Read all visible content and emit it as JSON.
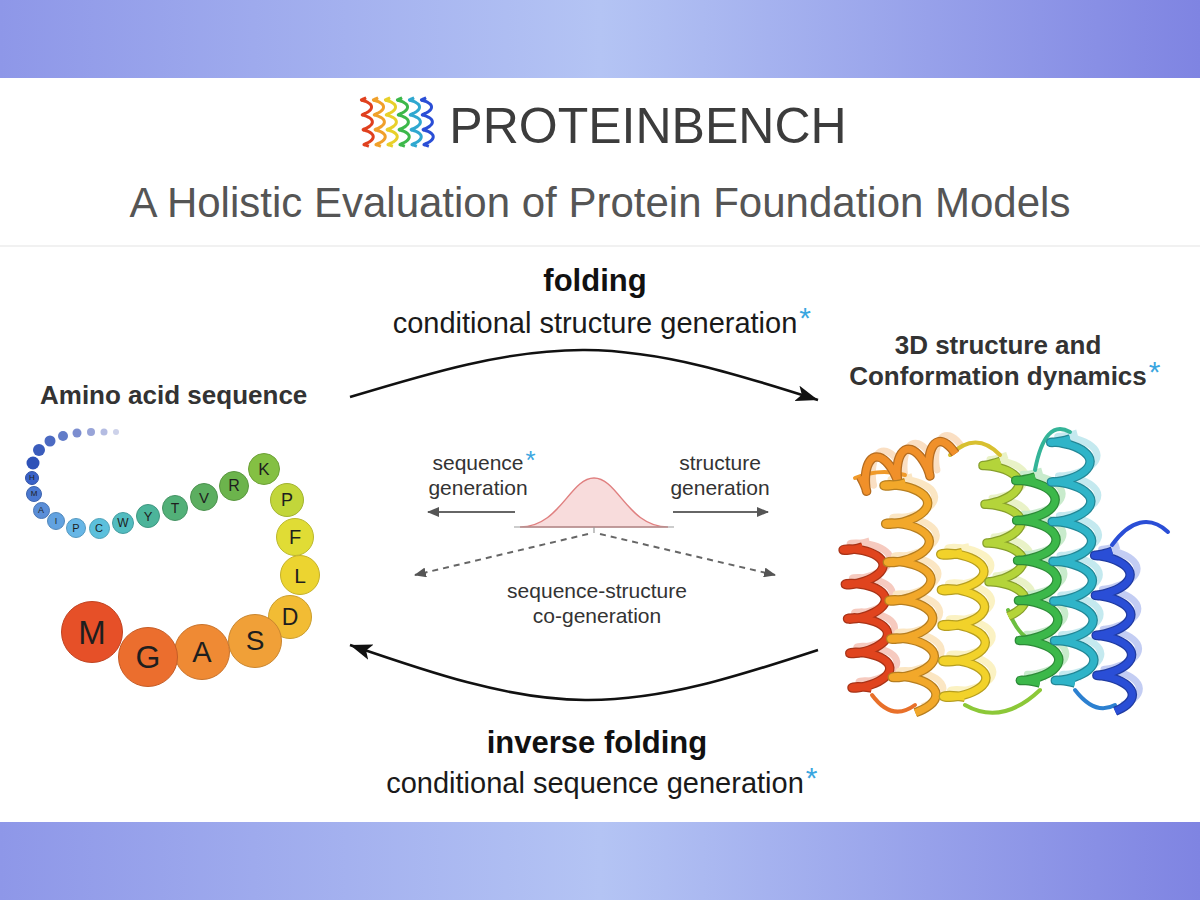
{
  "diagram": {
    "title": "PROTEINBENCH",
    "nodes": [
      {
        "text": [
          "Amino acid sequence"
        ]
      },
      {
        "text": [
          "H"
        ],
        "in": 0
      },
      {
        "text": [
          "M"
        ],
        "in": 0
      },
      {
        "text": [
          "A"
        ],
        "in": 0
      },
      {
        "text": [
          "I"
        ],
        "in": 0
      },
      {
        "text": [
          "P"
        ],
        "in": 0
      },
      {
        "text": [
          "C"
        ],
        "in": 0
      },
      {
        "text": [
          "W"
        ],
        "in": 0
      },
      {
        "text": [
          "Y"
        ],
        "in": 0
      },
      {
        "text": [
          "T"
        ],
        "in": 0
      },
      {
        "text": [
          "V"
        ],
        "in": 0
      },
      {
        "text": [
          "R"
        ],
        "in": 0
      },
      {
        "text": [
          "K"
        ],
        "in": 0
      },
      {
        "text": [
          "P"
        ],
        "in": 0
      },
      {
        "text": [
          "F"
        ],
        "in": 0
      },
      {
        "text": [
          "L"
        ],
        "in": 0
      },
      {
        "text": [
          "D"
        ],
        "in": 0
      },
      {
        "text": [
          "S"
        ],
        "in": 0
      },
      {
        "text": [
          "A"
        ],
        "in": 0
      },
      {
        "text": [
          "G"
        ],
        "in": 0
      },
      {
        "text": [
          "M"
        ],
        "in": 0
      },
      {
        "text": [
          "3D structure and Conformation dynamics"
        ]
      }
    ],
    "edges": [
      {
        "from": 0,
        "to": 21,
        "label": "folding",
        "arrow": "to"
      },
      {
        "from": 21,
        "to": 0,
        "label": "inverse folding",
        "arrow": "to"
      }
    ],
    "labels": [
      "A Holistic Evaluation of Protein Foundation Models",
      "conditional structure generation",
      "*",
      "*",
      "sequence generation",
      "*",
      "structure generation",
      "sequence-structure co-generation",
      "conditional sequence generation",
      "*"
    ]
  }
}
